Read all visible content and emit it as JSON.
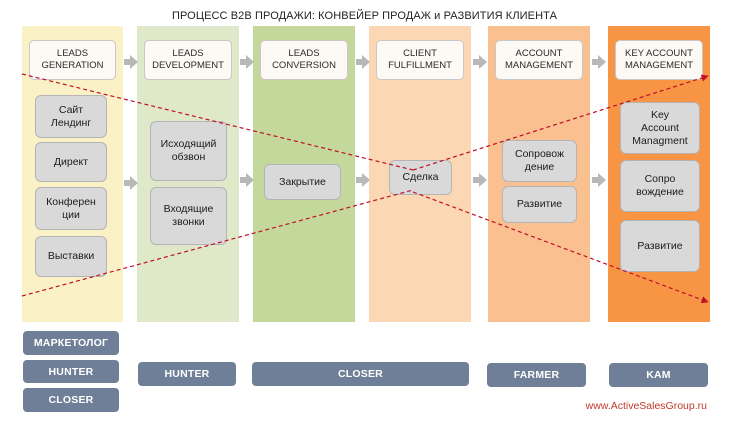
{
  "title": "ПРОЦЕСС В2В ПРОДАЖИ: КОНВЕЙЕР ПРОДАЖ и РАЗВИТИЯ КЛИЕНТА",
  "stages": [
    "LEADS\nGENERATION",
    "LEADS\nDEVELOPMENT",
    "LEADS\nCONVERSION",
    "CLIENT\nFULFILLMENT",
    "ACCOUNT\nMANAGEMENT",
    "KEY ACCOUNT\nMANAGEMENT"
  ],
  "generation_items": [
    "Сайт\nЛендинг",
    "Директ",
    "Конферен\nции",
    "Выставки"
  ],
  "development_items": [
    "Исходящий\nобзвон",
    "Входящие\nзвонки"
  ],
  "conversion_items": [
    "Закрытие"
  ],
  "fulfillment_items": [
    "Сделка"
  ],
  "account_items": [
    "Сопровож\nдение",
    "Развитие"
  ],
  "key_account_items": [
    "Key\nAccount\nManagment",
    "Сопро\nвождение",
    "Развитие"
  ],
  "roles": {
    "col1": [
      "МАРКЕТОЛОГ",
      "HUNTER",
      "CLOSER"
    ],
    "col2": "HUNTER",
    "col3": "CLOSER",
    "col5": "FARMER",
    "col6": "KAM"
  },
  "website": "www.ActiveSalesGroup.ru",
  "colors": {
    "col1": "#faf2c6",
    "col2": "#dfe8c9",
    "col3": "#c4d89c",
    "col4": "#fbd7b4",
    "col5": "#fbc090",
    "col6": "#f79544",
    "role_badge": "#6f7f97",
    "dashed_line": "#c0102a",
    "website": "#c0392b"
  }
}
